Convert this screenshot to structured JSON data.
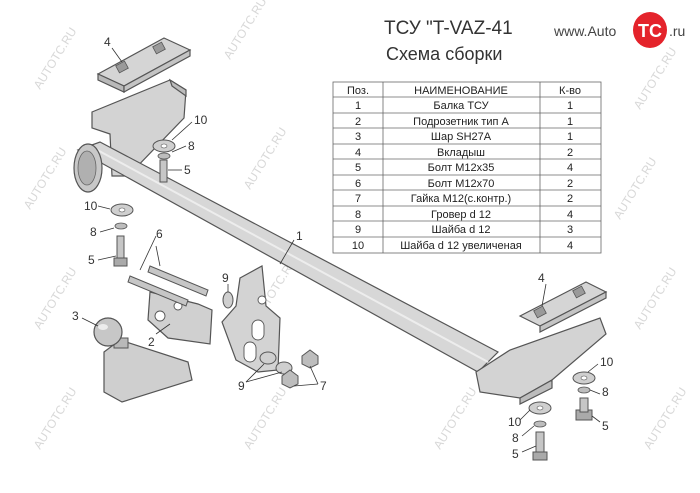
{
  "title": "ТСУ \"T-VAZ-41",
  "subtitle": "Схема сборки",
  "logo": {
    "url_text": "www.Auto",
    "badge_text": "TC",
    "suffix": ".ru",
    "badge_color": "#e4232b"
  },
  "watermark": "AUTOTC.RU",
  "table": {
    "headers": [
      "Поз.",
      "НАИМЕНОВАНИЕ",
      "К-во"
    ],
    "rows": [
      [
        "1",
        "Балка ТСУ",
        "1"
      ],
      [
        "2",
        "Подрозетник тип А",
        "1"
      ],
      [
        "3",
        "Шар SH27A",
        "1"
      ],
      [
        "4",
        "Вкладыш",
        "2"
      ],
      [
        "5",
        "Болт М12х35",
        "4"
      ],
      [
        "6",
        "Болт М12х70",
        "2"
      ],
      [
        "7",
        "Гайка М12(с.контр.)",
        "2"
      ],
      [
        "8",
        "Гровер d 12",
        "4"
      ],
      [
        "9",
        "Шайба d 12",
        "3"
      ],
      [
        "10",
        "Шайба d 12 увеличеная",
        "4"
      ]
    ]
  },
  "callouts": [
    "1",
    "2",
    "3",
    "4",
    "4",
    "5",
    "5",
    "5",
    "5",
    "6",
    "7",
    "8",
    "8",
    "8",
    "8",
    "9",
    "9",
    "10",
    "10",
    "10",
    "10"
  ],
  "colors": {
    "metal": "#d5d5d5",
    "metal_dark": "#b9b9b9",
    "outline": "#555555"
  }
}
